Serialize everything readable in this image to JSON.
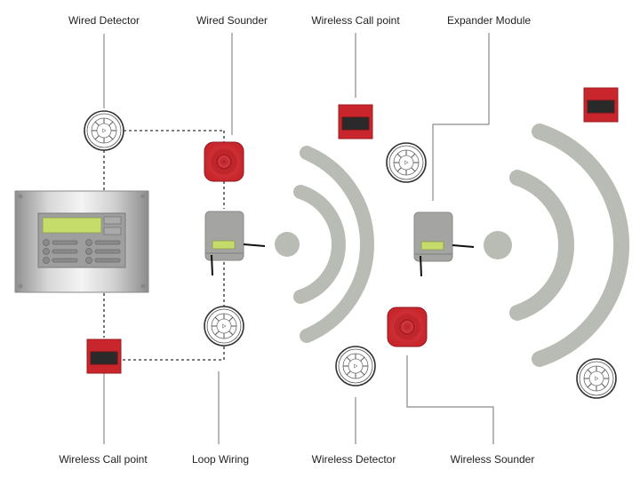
{
  "title": "Wired and wireless fire alarm system",
  "labels": {
    "wired_detector": "Wired Detector",
    "wired_sounder": "Wired Sounder",
    "wireless_call_point_top": "Wireless Call point",
    "expander_module": "Expander Module",
    "wireless_call_point_bottom": "Wireless Call point",
    "loop_wiring": "Loop Wiring",
    "wireless_detector": "Wireless Detector",
    "wireless_sounder": "Wireless Sounder"
  },
  "colors": {
    "device_red": "#c8262c",
    "call_point_window": "#2a2a2a",
    "wave_gray": "#b9bbb5",
    "module_gray": "#a4a5a3",
    "lcd_green": "#c5db6a",
    "panel_steel": "#c9c9c9",
    "line_gray": "#8a8a8a"
  }
}
